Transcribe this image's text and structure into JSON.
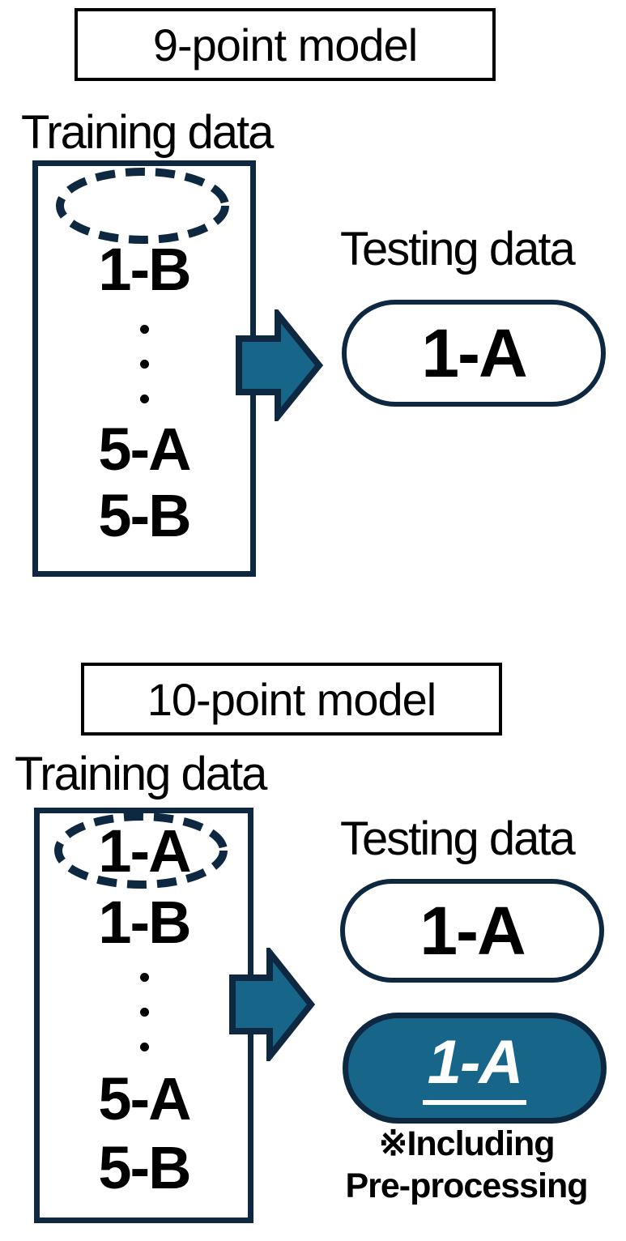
{
  "colors": {
    "navy": "#0d2840",
    "teal": "#176589",
    "black": "#000000",
    "white": "#ffffff"
  },
  "model_top": {
    "title": "9-point model",
    "training_label": "Training data",
    "testing_label": "Testing data",
    "training_box": {
      "excluded_slot": "",
      "item_first": "1-B",
      "item_second_last": "5-A",
      "item_last": "5-B"
    },
    "testing_box": {
      "label": "1-A"
    }
  },
  "model_bottom": {
    "title": "10-point model",
    "training_label": "Training data",
    "testing_label": "Testing data",
    "training_box": {
      "excluded_slot": "1-A",
      "item_first": "1-B",
      "item_second_last": "5-A",
      "item_last": "5-B"
    },
    "testing_box": {
      "label": "1-A"
    },
    "testing_box_processed": {
      "label": "1-A"
    },
    "note": {
      "line1": "※Including",
      "line2": "Pre-processing"
    }
  }
}
